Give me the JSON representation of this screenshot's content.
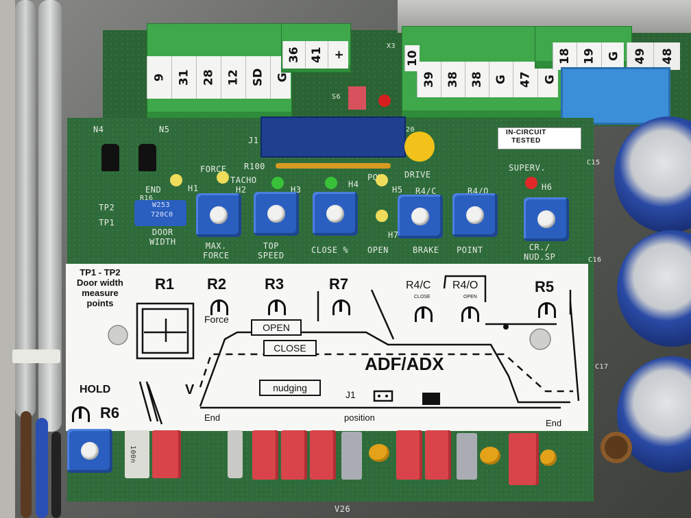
{
  "scene": {
    "title": "Door controller circuit board photograph"
  },
  "top_terminals_left": [
    "9",
    "31",
    "28",
    "12",
    "SD",
    "G"
  ],
  "top_terminals_mid": [
    "36",
    "41",
    "+"
  ],
  "top_terminals_right": [
    "39",
    "38",
    "38",
    "G",
    "47",
    "G"
  ],
  "top_terminals_far": [
    "18",
    "19",
    "G"
  ],
  "top_terminals_edge": [
    "49",
    "48"
  ],
  "terminal_partial": "10",
  "in_circuit_tag": "IN-CIRCUIT\nTESTED",
  "silkscreen": {
    "n4": "N4",
    "n5": "N5",
    "j1": "J1",
    "x3": "X3",
    "s6": "S6",
    "r100": "R100",
    "drive": "DRIVE",
    "superv": "SUPERV.",
    "force": "FORCE",
    "tacho": "TACHO",
    "pow": "POW.",
    "end": "END",
    "h1": "H1",
    "h2": "H2",
    "h3": "H3",
    "h4": "H4",
    "h5": "H5",
    "h6": "H6",
    "h7": "H7",
    "r4c": "R4/C",
    "r4o": "R4/O",
    "tp2": "TP2",
    "tp1": "TP1",
    "door_width": "DOOR\nWIDTH",
    "max_force": "MAX.\nFORCE",
    "top_speed": "TOP\nSPEED",
    "close_pct": "CLOSE %",
    "open": "OPEN",
    "brake": "BRAKE",
    "point": "POINT",
    "cr_nud": "CR./\nNUD.SP",
    "c15": "C15",
    "c16": "C16",
    "c17": "C17",
    "w253": "W253",
    "code": "720C0",
    "r16": "R16",
    "val_100n": "100n",
    "v26": "V26",
    "twenty": "20"
  },
  "label": {
    "tp_note": "TP1 - TP2\nDoor width\nmeasure\npoints",
    "r1": "R1",
    "r2": "R2",
    "r3": "R3",
    "r7": "R7",
    "r4c": "R4/C",
    "r4c_sub": "CLOSE",
    "r4o": "R4/O",
    "r4o_sub": "OPEN",
    "r5": "R5",
    "force": "Force",
    "open_box": "OPEN",
    "close_box": "CLOSE",
    "model": "ADF/ADX",
    "nudging": "nudging",
    "j1": "J1",
    "hold": "HOLD",
    "r6": "R6",
    "v": "V",
    "end_left": "End",
    "end_right": "End",
    "position": "position"
  }
}
